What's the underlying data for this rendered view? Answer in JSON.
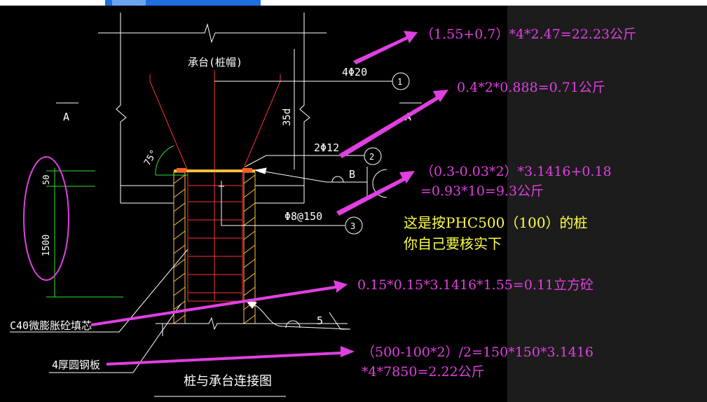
{
  "drawing": {
    "title": "桩与承台连接图",
    "cap_label": "承台(桩帽)",
    "section_label_left": "A",
    "section_label_right": "A",
    "rebar_1": "4Φ20",
    "rebar_2": "2Φ12",
    "rebar_3": "Φ8@150",
    "marker_1": "1",
    "marker_2": "2",
    "marker_3": "3",
    "anchor_length": "35d",
    "angle": "75°",
    "dim_top": "50",
    "dim_main": "1500",
    "detail_b": "B",
    "detail_5": "5",
    "fill_label": "C40微膨胀砼填芯",
    "plate_label": "4厚圆钢板"
  },
  "annotations": {
    "calc_1": "（1.55+0.7）*4*2.47=22.23公斤",
    "calc_2": "0.4*2*0.888=0.71公斤",
    "calc_3_line1": "（0.3-0.03*2）*3.1416+0.18",
    "calc_3_line2": "=0.93*10=9.3公斤",
    "note_line1": "这是按PHC500（100）的桩",
    "note_line2": "你自己要核实下",
    "calc_4": "0.15*0.15*3.1416*1.55=0.11立方砼",
    "calc_5_line1": "（500-100*2）/2=150*150*3.1416",
    "calc_5_line2": "*4*7850=2.22公斤"
  },
  "colors": {
    "annotation": "#e040e0",
    "note": "#ffff40",
    "rebar": "#ff3030",
    "dimension": "#30e030",
    "plate": "#ffc040",
    "line": "#ffffff"
  }
}
